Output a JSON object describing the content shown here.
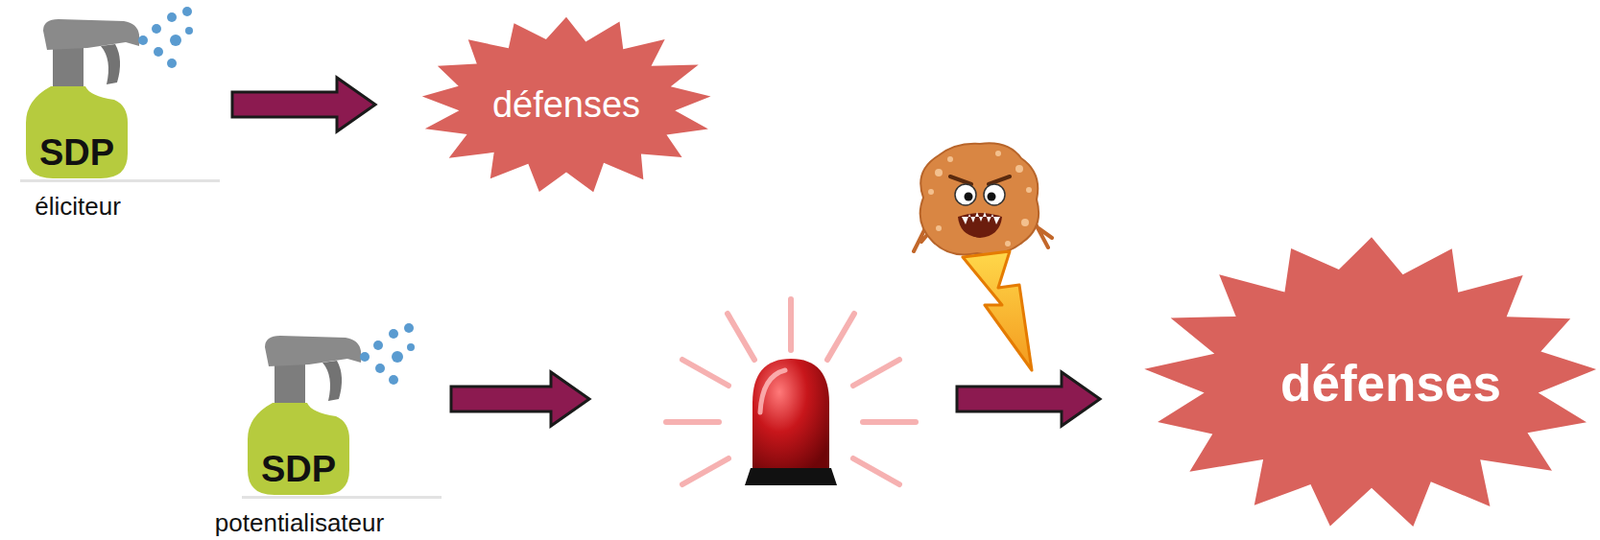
{
  "diagram": {
    "nodes": [
      {
        "text": [
          "SDP",
          "éliciteur"
        ]
      },
      {
        "text": [
          "défenses"
        ]
      },
      {
        "text": [
          "SDP",
          "potentialisateur"
        ]
      },
      {
        "text": [
          "défenses"
        ]
      }
    ],
    "edges": [
      {
        "from": 0,
        "to": 1,
        "arrow": "to"
      },
      {
        "from": 2,
        "to": 3,
        "arrow": "to"
      }
    ]
  }
}
